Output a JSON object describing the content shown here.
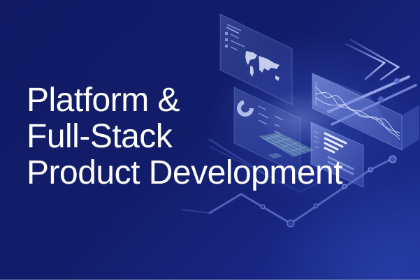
{
  "banner": {
    "title_lines": [
      "Platform &",
      "Full-Stack",
      "Product Development"
    ]
  },
  "illustration": {
    "description": "isometric dashboard panels with world map, donut chart, line chart, bar list and circuit lines",
    "icons": [
      "world-map-icon",
      "donut-chart-icon",
      "line-chart-icon",
      "bar-chart-icon",
      "keyboard-grid-icon",
      "circuit-lines-icon"
    ]
  },
  "colors": {
    "background_dark": "#121c66",
    "background_light": "#1f3394",
    "text": "#ffffff",
    "panel_glow": "#8fa8ff"
  }
}
